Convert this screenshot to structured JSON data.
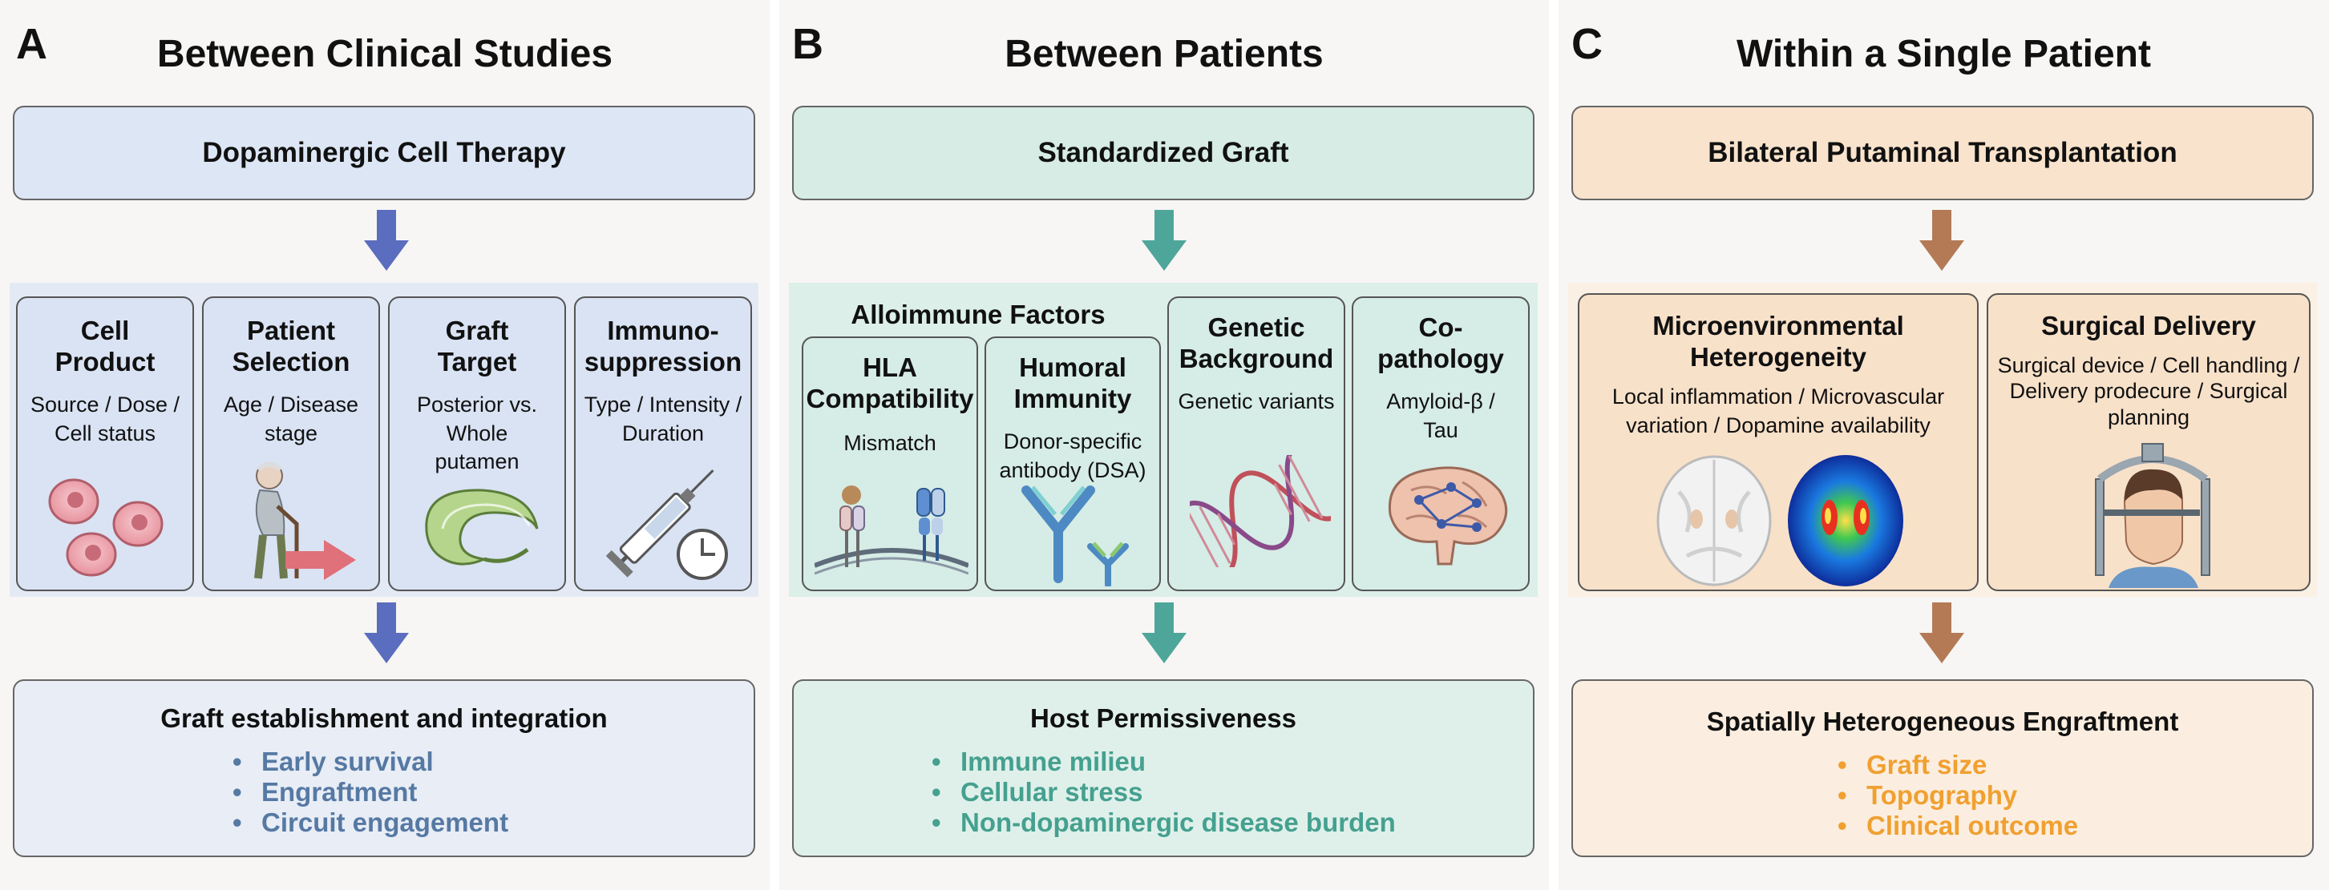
{
  "panels": [
    {
      "label": "A",
      "title": "Between Clinical Studies",
      "top_box": "Dopaminergic Cell Therapy",
      "cards": [
        {
          "title": "Cell Product",
          "sub": "Source / Dose / Cell status",
          "icon": "cell-icon"
        },
        {
          "title": "Patient Selection",
          "sub": "Age / Disease stage",
          "icon": "elderly-patient-icon"
        },
        {
          "title": "Graft Target",
          "sub": "Posterior vs. Whole putamen",
          "icon": "putamen-icon"
        },
        {
          "title": "Immuno-suppression",
          "sub": "Type / Intensity / Duration",
          "icon": "syringe-clock-icon"
        }
      ],
      "bottom_title": "Graft establishment and integration",
      "bottom_items": [
        "Early survival",
        "Engraftment",
        "Circuit engagement"
      ]
    },
    {
      "label": "B",
      "title": "Between Patients",
      "top_box": "Standardized Graft",
      "group_label": "Alloimmune Factors",
      "cards": [
        {
          "title": "HLA Compatibility",
          "sub": "Mismatch",
          "icon": "hla-receptor-icon"
        },
        {
          "title": "Humoral Immunity",
          "sub": "Donor-specific antibody (DSA)",
          "icon": "antibody-icon"
        },
        {
          "title": "Genetic Background",
          "sub": "Genetic variants",
          "icon": "dna-icon"
        },
        {
          "title": "Co-pathology",
          "sub": "Amyloid-β / Tau",
          "icon": "brain-network-icon"
        }
      ],
      "bottom_title": "Host Permissiveness",
      "bottom_items": [
        "Immune milieu",
        "Cellular stress",
        "Non-dopaminergic disease burden"
      ]
    },
    {
      "label": "C",
      "title": "Within a Single Patient",
      "top_box": "Bilateral Putaminal Transplantation",
      "cards": [
        {
          "title": "Microenvironmental Heterogeneity",
          "sub": "Local inflammation  / Microvascular variation / Dopamine availability",
          "icon": "brain-scan-icon"
        },
        {
          "title": "Surgical Delivery",
          "sub": "Surgical device / Cell handling / Delivery prodecure / Surgical planning",
          "icon": "stereotactic-frame-icon"
        }
      ],
      "bottom_title": "Spatially Heterogeneous Engraftment",
      "bottom_items": [
        "Graft size",
        "Topography",
        "Clinical outcome"
      ]
    }
  ],
  "colors": {
    "a_box": "#dce6f5",
    "a_band": "#e3eaf6",
    "a_card": "#d9e3f3",
    "a_arrow": "#5b6dbf",
    "a_bottom": "#e8edf6",
    "a_text": "#5679a3",
    "b_box": "#d6ece5",
    "b_band": "#dcefe9",
    "b_card": "#d6ece6",
    "b_arrow": "#4ea69a",
    "b_bottom": "#dff0ea",
    "b_text": "#45a08f",
    "c_box": "#f9e3cc",
    "c_band": "#fbf0e4",
    "c_card": "#f8e1c9",
    "c_arrow": "#b47a56",
    "c_bottom": "#fbeee0",
    "c_text": "#f0a030"
  }
}
